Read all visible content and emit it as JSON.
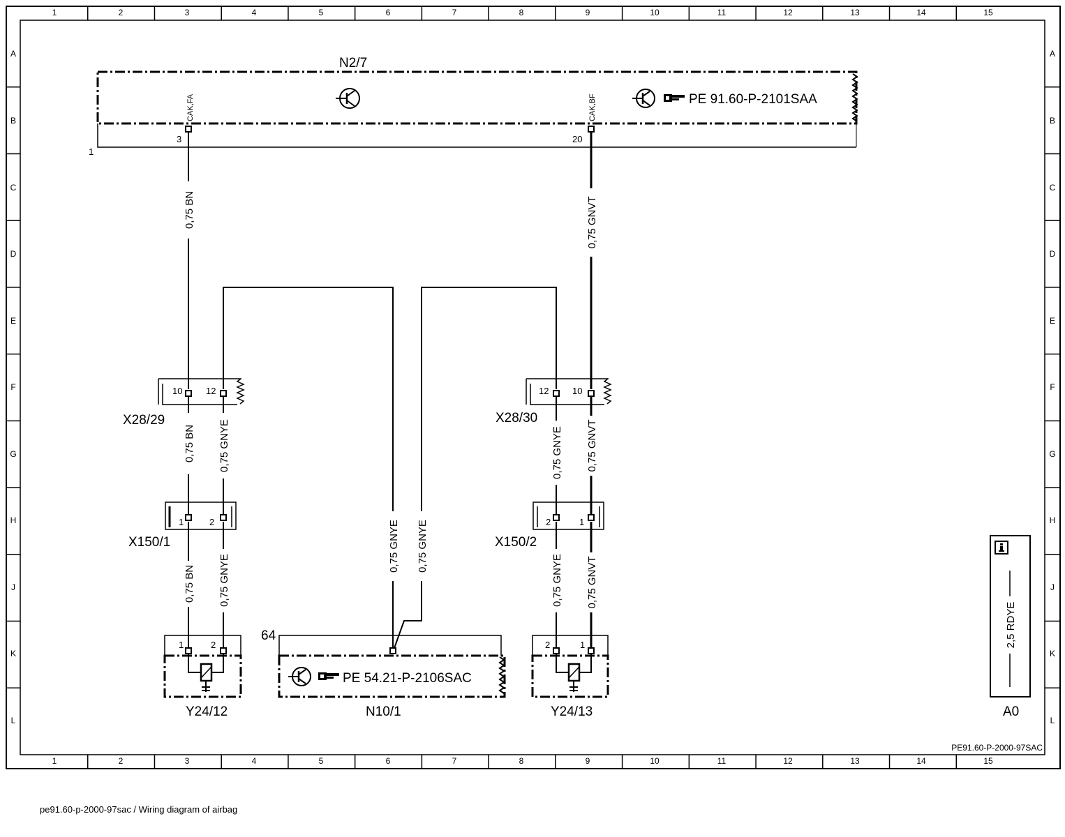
{
  "grid": {
    "columns": [
      "1",
      "2",
      "3",
      "4",
      "5",
      "6",
      "7",
      "8",
      "9",
      "10",
      "11",
      "12",
      "13",
      "14",
      "15"
    ],
    "rows": [
      "A",
      "B",
      "C",
      "D",
      "E",
      "F",
      "G",
      "H",
      "J",
      "K",
      "L"
    ]
  },
  "components": {
    "n2_7": {
      "label": "N2/7",
      "pin_fa": "3",
      "pin_bf": "20",
      "signal_fa": "CAK,FA",
      "signal_bf": "CAK,BF",
      "ref": "PE 91.60-P-2101SAA",
      "bus_number": "1"
    },
    "x28_29": {
      "label": "X28/29",
      "pin_a": "10",
      "pin_b": "12"
    },
    "x28_30": {
      "label": "X28/30",
      "pin_a": "12",
      "pin_b": "10"
    },
    "x150_1": {
      "label": "X150/1",
      "pin_a": "1",
      "pin_b": "2"
    },
    "x150_2": {
      "label": "X150/2",
      "pin_a": "2",
      "pin_b": "1"
    },
    "y24_12": {
      "label": "Y24/12",
      "pin_a": "1",
      "pin_b": "2"
    },
    "y24_13": {
      "label": "Y24/13",
      "pin_a": "2",
      "pin_b": "1"
    },
    "n10_1": {
      "label": "N10/1",
      "pin": "64",
      "ref": "PE 54.21-P-2106SAC"
    }
  },
  "wires": {
    "bn": "0,75 BN",
    "gnye": "0,75 GNYE",
    "gnvt": "0,75 GNVT"
  },
  "info_box": {
    "icon": "info-icon",
    "wire": "2,5 RDYE",
    "label": "A0"
  },
  "drawing_code": "PE91.60-P-2000-97SAC",
  "footer": "pe91.60-p-2000-97sac / Wiring diagram of airbag"
}
